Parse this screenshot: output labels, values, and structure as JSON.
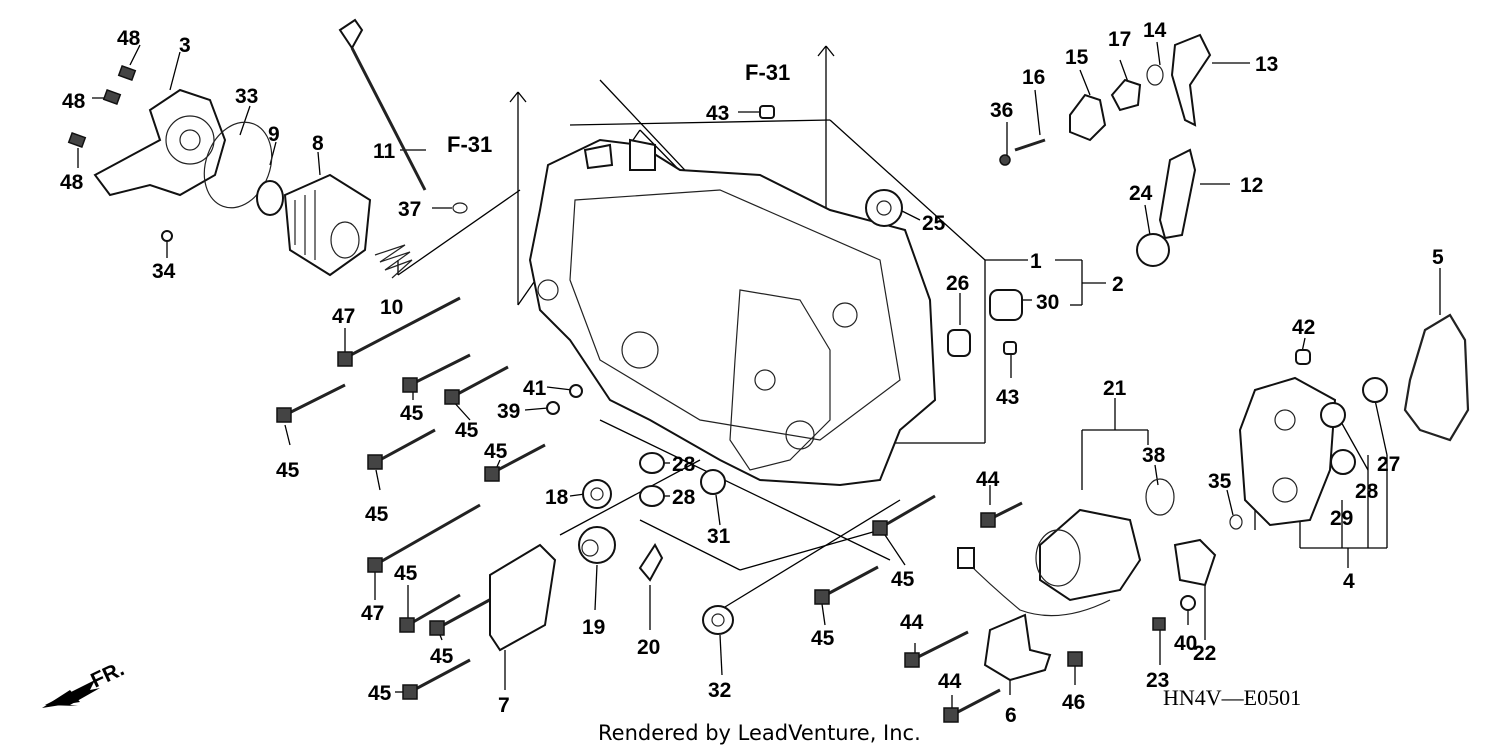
{
  "diagram": {
    "code": "HN4V—E0501",
    "credit": "Rendered by LeadVenture, Inc.",
    "front_label": "FR.",
    "references": [
      "F-31",
      "F-31"
    ],
    "callouts": [
      {
        "id": "48a",
        "label": "48"
      },
      {
        "id": "3",
        "label": "3"
      },
      {
        "id": "48b",
        "label": "48"
      },
      {
        "id": "33",
        "label": "33"
      },
      {
        "id": "9",
        "label": "9"
      },
      {
        "id": "8",
        "label": "8"
      },
      {
        "id": "48c",
        "label": "48"
      },
      {
        "id": "34",
        "label": "34"
      },
      {
        "id": "11",
        "label": "11"
      },
      {
        "id": "37",
        "label": "37"
      },
      {
        "id": "10",
        "label": "10"
      },
      {
        "id": "43a",
        "label": "43"
      },
      {
        "id": "16",
        "label": "16"
      },
      {
        "id": "15",
        "label": "15"
      },
      {
        "id": "17",
        "label": "17"
      },
      {
        "id": "14",
        "label": "14"
      },
      {
        "id": "13",
        "label": "13"
      },
      {
        "id": "36",
        "label": "36"
      },
      {
        "id": "12",
        "label": "12"
      },
      {
        "id": "24",
        "label": "24"
      },
      {
        "id": "25",
        "label": "25"
      },
      {
        "id": "1",
        "label": "1"
      },
      {
        "id": "2",
        "label": "2"
      },
      {
        "id": "26",
        "label": "26"
      },
      {
        "id": "30",
        "label": "30"
      },
      {
        "id": "5",
        "label": "5"
      },
      {
        "id": "47a",
        "label": "47"
      },
      {
        "id": "43b",
        "label": "43"
      },
      {
        "id": "42",
        "label": "42"
      },
      {
        "id": "41",
        "label": "41"
      },
      {
        "id": "39",
        "label": "39"
      },
      {
        "id": "45a",
        "label": "45"
      },
      {
        "id": "45b",
        "label": "45"
      },
      {
        "id": "45c",
        "label": "45"
      },
      {
        "id": "45d",
        "label": "45"
      },
      {
        "id": "45e",
        "label": "45"
      },
      {
        "id": "21",
        "label": "21"
      },
      {
        "id": "38",
        "label": "38"
      },
      {
        "id": "27",
        "label": "27"
      },
      {
        "id": "28a",
        "label": "28"
      },
      {
        "id": "28b",
        "label": "28"
      },
      {
        "id": "28c",
        "label": "28"
      },
      {
        "id": "35",
        "label": "35"
      },
      {
        "id": "18",
        "label": "18"
      },
      {
        "id": "31",
        "label": "31"
      },
      {
        "id": "44a",
        "label": "44"
      },
      {
        "id": "29",
        "label": "29"
      },
      {
        "id": "4",
        "label": "4"
      },
      {
        "id": "45f",
        "label": "45"
      },
      {
        "id": "47b",
        "label": "47"
      },
      {
        "id": "45g",
        "label": "45"
      },
      {
        "id": "19",
        "label": "19"
      },
      {
        "id": "20",
        "label": "20"
      },
      {
        "id": "45h",
        "label": "45"
      },
      {
        "id": "44b",
        "label": "44"
      },
      {
        "id": "40",
        "label": "40"
      },
      {
        "id": "23",
        "label": "23"
      },
      {
        "id": "22",
        "label": "22"
      },
      {
        "id": "45i",
        "label": "45"
      },
      {
        "id": "32",
        "label": "32"
      },
      {
        "id": "44c",
        "label": "44"
      },
      {
        "id": "46",
        "label": "46"
      },
      {
        "id": "45j",
        "label": "45"
      },
      {
        "id": "7",
        "label": "7"
      },
      {
        "id": "6",
        "label": "6"
      }
    ]
  }
}
